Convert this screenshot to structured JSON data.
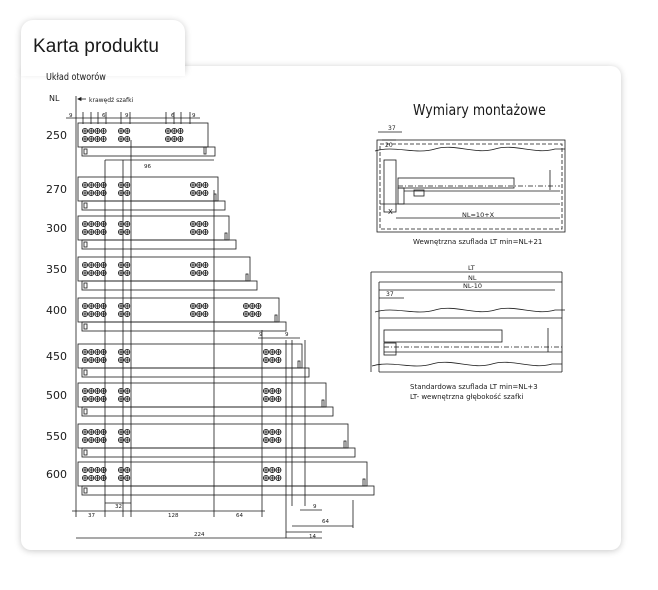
{
  "tab_title": "Karta produktu",
  "section_title": "Układ otworów",
  "left_drawing": {
    "nl_header": "NL",
    "edge_label": "krawędź szafki",
    "top_dims": [
      "9",
      "6",
      "9",
      "6",
      "9"
    ],
    "dim_96": "96",
    "dim_9_lower": "9",
    "dim_9_mid_a": "9",
    "dim_9_mid_b": "9",
    "sizes": [
      "250",
      "270",
      "300",
      "350",
      "400",
      "450",
      "500",
      "550",
      "600"
    ],
    "bottom_dims": {
      "d37": "37",
      "d32": "32",
      "d128": "128",
      "d64": "64",
      "d224": "224",
      "d9": "9",
      "d64b": "64",
      "d14": "14"
    }
  },
  "mount": {
    "title": "Wymiary montażowe",
    "top": {
      "dim37": "37",
      "dim20": "20",
      "x_label": "X",
      "formula": "NL=10+X",
      "caption": "Wewnętrzna szuflada  LT min=NL+21"
    },
    "bottom": {
      "lt": "LT",
      "nl": "NL",
      "nl10": "NL-10",
      "dim37": "37",
      "caption1": "Standardowa szuflada  LT min=NL+3",
      "caption2": "LT- wewnętrzna głębokość szafki"
    }
  }
}
